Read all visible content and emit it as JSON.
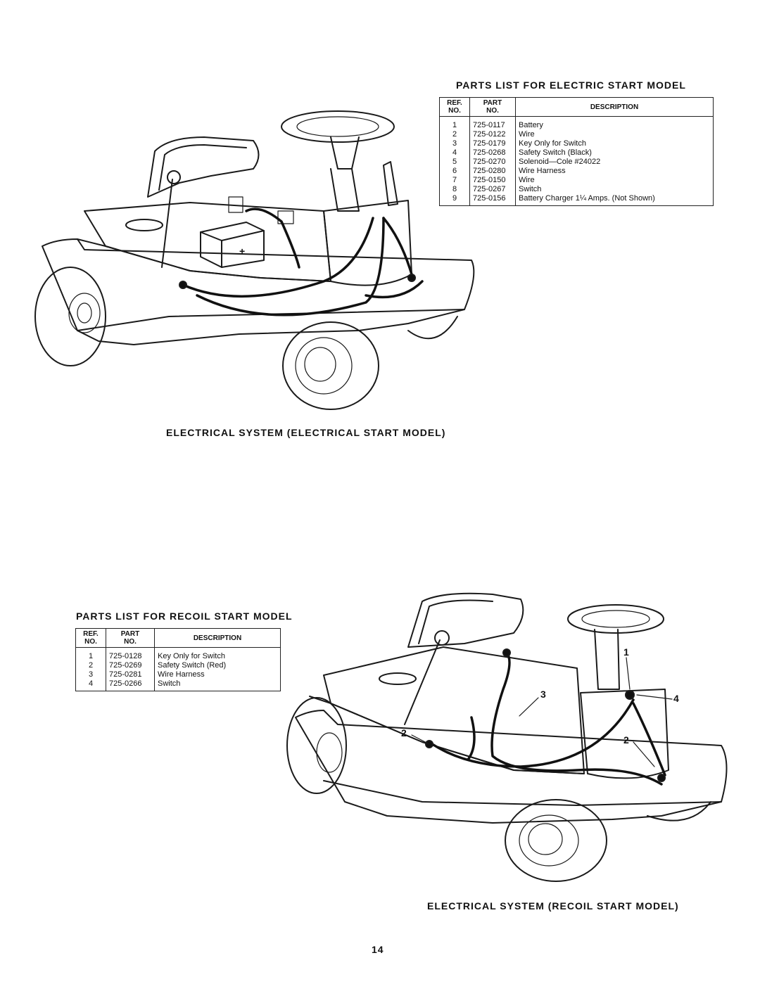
{
  "electric": {
    "heading": "PARTS LIST FOR ELECTRIC START MODEL",
    "columns": {
      "ref_line1": "REF.",
      "ref_line2": "NO.",
      "part_line1": "PART",
      "part_line2": "NO.",
      "description": "DESCRIPTION"
    },
    "rows": [
      {
        "ref": "1",
        "part": "725-0117",
        "description": "Battery"
      },
      {
        "ref": "2",
        "part": "725-0122",
        "description": "Wire"
      },
      {
        "ref": "3",
        "part": "725-0179",
        "description": "Key Only for Switch"
      },
      {
        "ref": "4",
        "part": "725-0268",
        "description": "Safety Switch (Black)"
      },
      {
        "ref": "5",
        "part": "725-0270",
        "description": "Solenoid—Cole #24022"
      },
      {
        "ref": "6",
        "part": "725-0280",
        "description": "Wire Harness"
      },
      {
        "ref": "7",
        "part": "725-0150",
        "description": "Wire"
      },
      {
        "ref": "8",
        "part": "725-0267",
        "description": "Switch"
      },
      {
        "ref": "9",
        "part": "725-0156",
        "description": "Battery Charger 1¼ Amps. (Not Shown)"
      }
    ],
    "caption": "ELECTRICAL SYSTEM (ELECTRICAL START MODEL)"
  },
  "recoil": {
    "heading": "PARTS LIST FOR RECOIL START MODEL",
    "columns": {
      "ref_line1": "REF.",
      "ref_line2": "NO.",
      "part_line1": "PART",
      "part_line2": "NO.",
      "description": "DESCRIPTION"
    },
    "rows": [
      {
        "ref": "1",
        "part": "725-0128",
        "description": "Key Only for Switch"
      },
      {
        "ref": "2",
        "part": "725-0269",
        "description": "Safety Switch (Red)"
      },
      {
        "ref": "3",
        "part": "725-0281",
        "description": "Wire Harness"
      },
      {
        "ref": "4",
        "part": "725-0266",
        "description": "Switch"
      }
    ],
    "caption": "ELECTRICAL SYSTEM (RECOIL START MODEL)",
    "callouts": {
      "c1": "1",
      "c2a": "2",
      "c2b": "2",
      "c3": "3",
      "c4": "4"
    }
  },
  "page_number": "14"
}
